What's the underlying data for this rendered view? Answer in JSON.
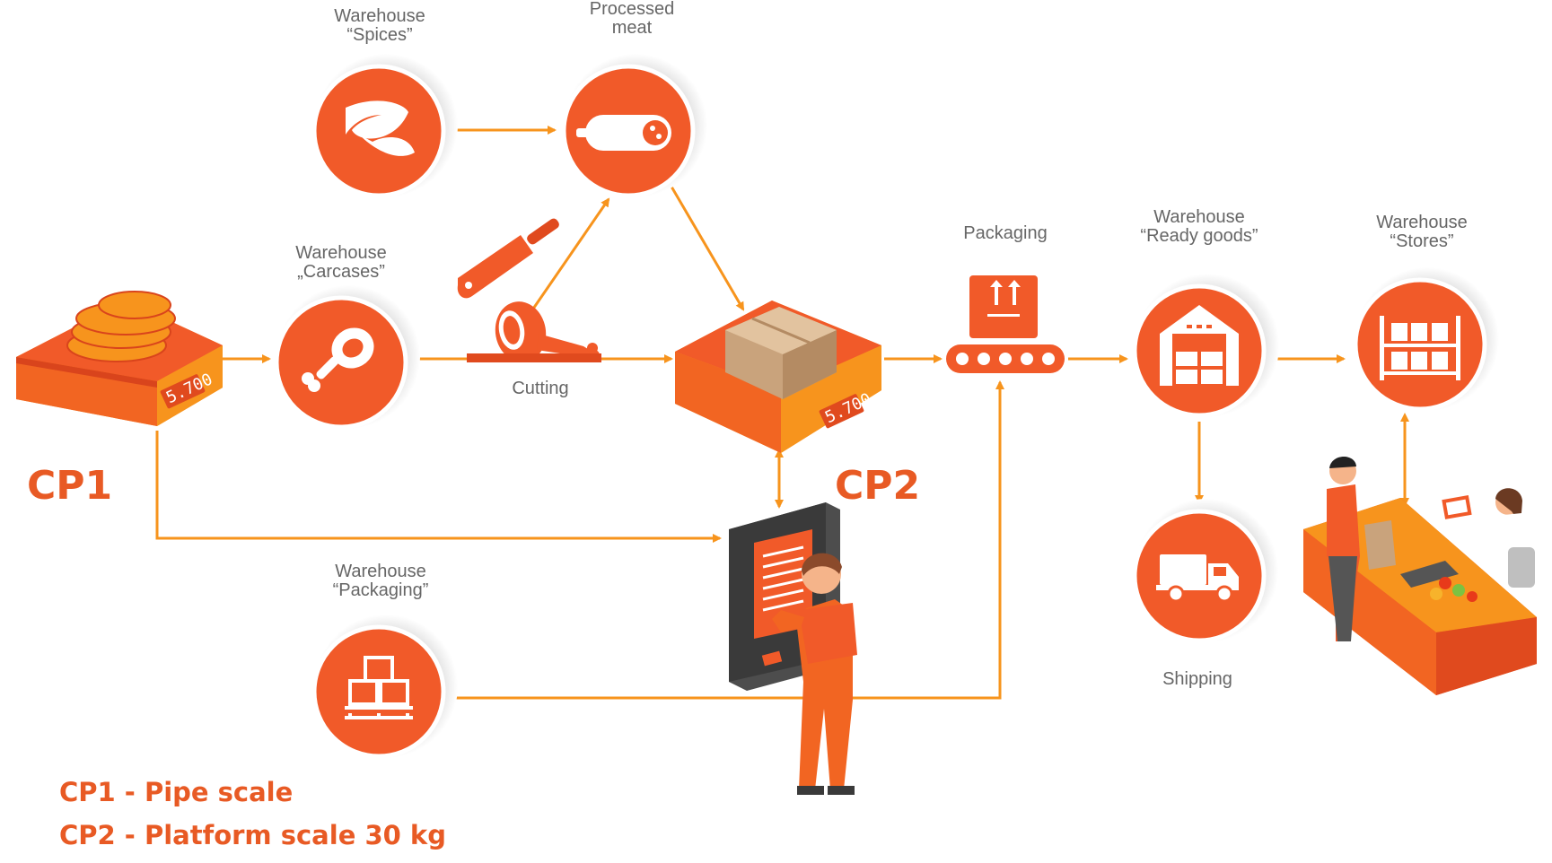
{
  "nodes": {
    "spices": {
      "line1": "Warehouse",
      "line2": "“Spices”"
    },
    "processed": {
      "line1": "Processed",
      "line2": "meat"
    },
    "carcases": {
      "line1": "Warehouse",
      "line2": "„Carcases”"
    },
    "cutting": {
      "label": "Cutting"
    },
    "packaging": {
      "label": "Packaging"
    },
    "ready_goods": {
      "line1": "Warehouse",
      "line2": "“Ready goods”"
    },
    "stores": {
      "line1": "Warehouse",
      "line2": "“Stores”"
    },
    "wh_packaging": {
      "line1": "Warehouse",
      "line2": "“Packaging”"
    },
    "shipping": {
      "label": "Shipping"
    }
  },
  "cp1": {
    "label": "CP1",
    "display": "5.700"
  },
  "cp2": {
    "label": "CP2",
    "display": "5.700"
  },
  "legend": {
    "cp1": "CP1 - Pipe scale",
    "cp2": "CP2 - Platform scale 30 kg"
  },
  "colors": {
    "accent": "#f15a29",
    "arrow": "#f7941d",
    "label": "#666666",
    "scale_top": "#f15a29",
    "scale_side": "#f7941d"
  },
  "icons": {
    "spices": "leaf-icon",
    "processed": "sausage-icon",
    "carcases": "ham-leg-icon",
    "cutting": "cleaver-icon",
    "packaging": "package-up-arrows-icon",
    "ready_goods": "warehouse-icon",
    "stores": "shelving-icon",
    "wh_packaging": "stacked-boxes-icon",
    "shipping": "truck-icon"
  }
}
